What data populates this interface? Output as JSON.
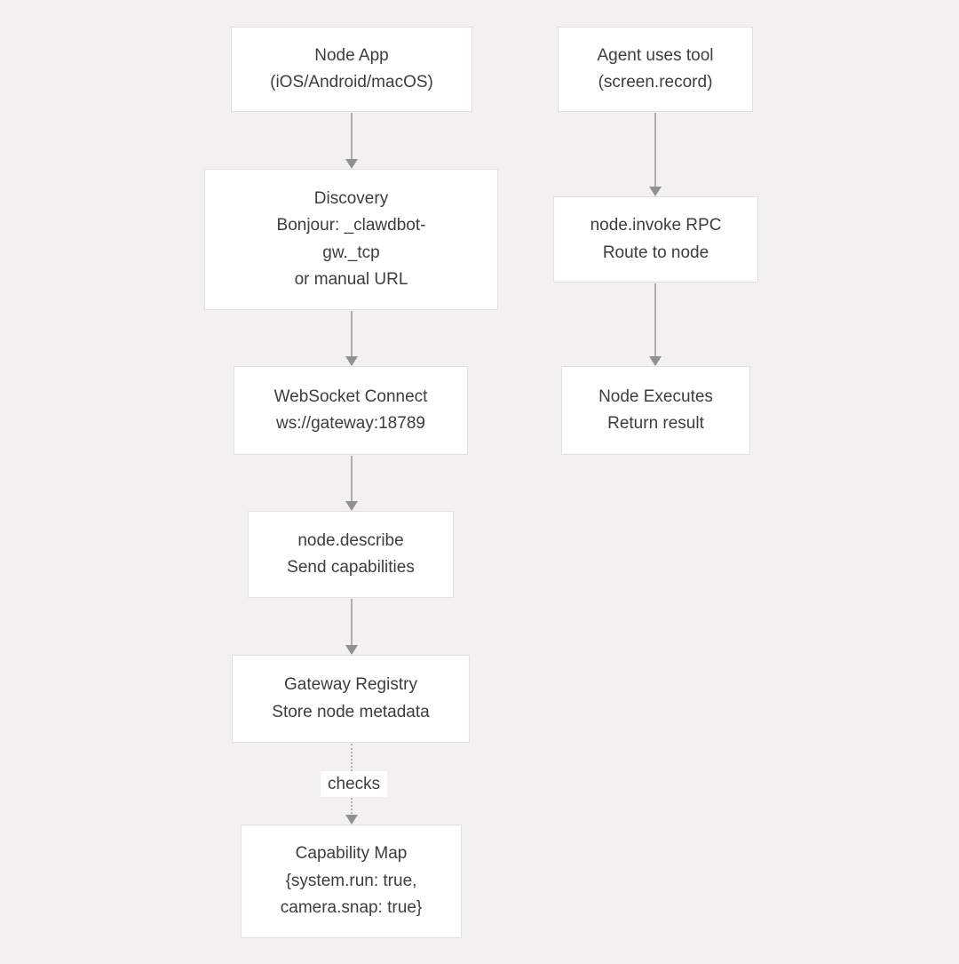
{
  "diagram": {
    "type": "flowchart",
    "colors": {
      "background": "#f2f1ef",
      "node_fill": "#ffffff",
      "node_border": "#e2e0dd",
      "text": "#3d3d3d",
      "arrow_line": "#aeaeae",
      "arrow_head": "#909090"
    }
  },
  "nodes": {
    "node_app": {
      "lines": [
        "Node App",
        "(iOS/Android/macOS)"
      ]
    },
    "discovery": {
      "lines": [
        "Discovery",
        "Bonjour: _clawdbot-",
        "gw._tcp",
        "or manual URL"
      ]
    },
    "websocket_connect": {
      "lines": [
        "WebSocket Connect",
        "ws://gateway:18789"
      ]
    },
    "node_describe": {
      "lines": [
        "node.describe",
        "Send capabilities"
      ]
    },
    "gateway_registry": {
      "lines": [
        "Gateway Registry",
        "Store node metadata"
      ]
    },
    "capability_map": {
      "lines": [
        "Capability Map",
        "{system.run: true,",
        "camera.snap: true}"
      ]
    },
    "agent_uses_tool": {
      "lines": [
        "Agent uses tool",
        "(screen.record)"
      ]
    },
    "node_invoke": {
      "lines": [
        "node.invoke RPC",
        "Route to node"
      ]
    },
    "node_executes": {
      "lines": [
        "Node Executes",
        "Return result"
      ]
    }
  },
  "edges": [
    {
      "from": "node_app",
      "to": "discovery",
      "style": "solid",
      "label": ""
    },
    {
      "from": "discovery",
      "to": "websocket_connect",
      "style": "solid",
      "label": ""
    },
    {
      "from": "websocket_connect",
      "to": "node_describe",
      "style": "solid",
      "label": ""
    },
    {
      "from": "node_describe",
      "to": "gateway_registry",
      "style": "solid",
      "label": ""
    },
    {
      "from": "gateway_registry",
      "to": "capability_map",
      "style": "dotted",
      "label": "checks"
    },
    {
      "from": "agent_uses_tool",
      "to": "node_invoke",
      "style": "solid",
      "label": ""
    },
    {
      "from": "node_invoke",
      "to": "node_executes",
      "style": "solid",
      "label": ""
    }
  ]
}
